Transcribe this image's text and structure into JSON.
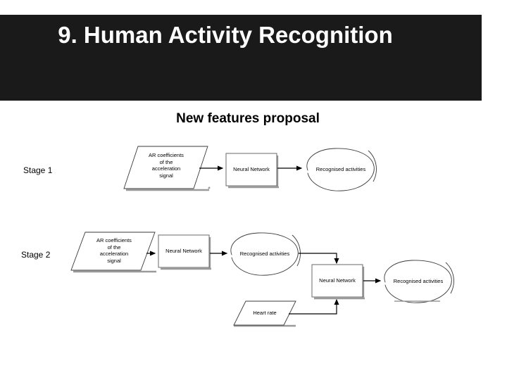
{
  "slide": {
    "title": "9. Human Activity Recognition",
    "subtitle": "New features proposal",
    "banner_color": "#1a1a1a",
    "background_color": "#ffffff",
    "title_color": "#ffffff"
  },
  "stages": [
    {
      "label": "Stage 1",
      "nodes": [
        {
          "name": "ar-coefficients-input",
          "shape": "parallelogram",
          "text": "AR coefficients\nof the\nacceleration\nsignal"
        },
        {
          "name": "neural-network-process",
          "shape": "rectangle",
          "text": "Neural Network"
        },
        {
          "name": "recognised-activities-output",
          "shape": "ellipse",
          "text": "Recognised activities"
        }
      ],
      "edges": [
        {
          "from": "ar-coefficients-input",
          "to": "neural-network-process"
        },
        {
          "from": "neural-network-process",
          "to": "recognised-activities-output"
        }
      ]
    },
    {
      "label": "Stage 2",
      "nodes": [
        {
          "name": "ar-coefficients-input",
          "shape": "parallelogram",
          "text": "AR coefficients\nof the\nacceleration\nsignal"
        },
        {
          "name": "neural-network-process-1",
          "shape": "rectangle",
          "text": "Neural Network"
        },
        {
          "name": "recognised-activities-intermediate",
          "shape": "ellipse",
          "text": "Recognised activities"
        },
        {
          "name": "heart-rate-input",
          "shape": "parallelogram",
          "text": "Heart rate"
        },
        {
          "name": "neural-network-process-2",
          "shape": "rectangle",
          "text": "Neural Network"
        },
        {
          "name": "recognised-activities-output",
          "shape": "ellipse",
          "text": "Recognised activities"
        }
      ],
      "edges": [
        {
          "from": "ar-coefficients-input",
          "to": "neural-network-process-1"
        },
        {
          "from": "neural-network-process-1",
          "to": "recognised-activities-intermediate"
        },
        {
          "from": "recognised-activities-intermediate",
          "to": "neural-network-process-2"
        },
        {
          "from": "heart-rate-input",
          "to": "neural-network-process-2"
        },
        {
          "from": "neural-network-process-2",
          "to": "recognised-activities-output"
        }
      ]
    }
  ],
  "style": {
    "stroke_color": "#333333",
    "shadow_color": "#999999",
    "shape_fill": "#ffffff"
  }
}
